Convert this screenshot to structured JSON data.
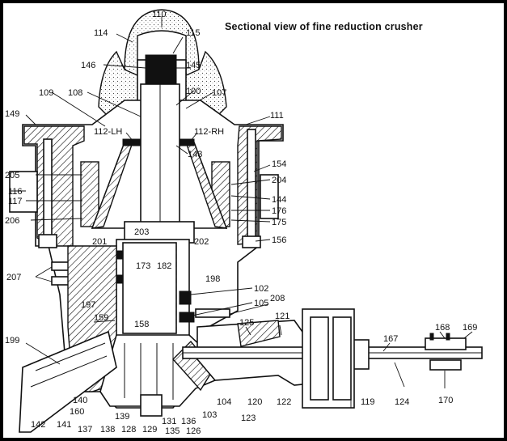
{
  "title": "Sectional view of fine reduction crusher",
  "labels": {
    "l110": "110",
    "l114": "114",
    "l115": "115",
    "l146": "146",
    "l145": "145",
    "l109": "109",
    "l108": "108",
    "l100": "100",
    "l107": "107",
    "l111": "111",
    "l149": "149",
    "l112lh": "112-LH",
    "l112rh": "112-RH",
    "l143": "143",
    "l154": "154",
    "l205": "205",
    "l204": "204",
    "l116": "116",
    "l144": "144",
    "l117": "117",
    "l176": "176",
    "l206": "206",
    "l175": "175",
    "l203": "203",
    "l201": "201",
    "l202": "202",
    "l156": "156",
    "l173": "173",
    "l182": "182",
    "l207": "207",
    "l198": "198",
    "l102": "102",
    "l197": "197",
    "l105": "105",
    "l208": "208",
    "l159": "159",
    "l121": "121",
    "l158": "158",
    "l125": "125",
    "l199": "199",
    "l168": "168",
    "l169": "169",
    "l167": "167",
    "l140": "140",
    "l160": "160",
    "l104": "104",
    "l120": "120",
    "l122": "122",
    "l124": "124",
    "l119": "119",
    "l170": "170",
    "l142": "142",
    "l141": "141",
    "l139": "139",
    "l137": "137",
    "l138": "138",
    "l128": "128",
    "l129": "129",
    "l131": "131",
    "l136": "136",
    "l135": "135",
    "l126": "126",
    "l103": "103",
    "l123": "123"
  },
  "colors": {
    "ink": "#111111",
    "paper": "#ffffff",
    "border": "#000000"
  }
}
